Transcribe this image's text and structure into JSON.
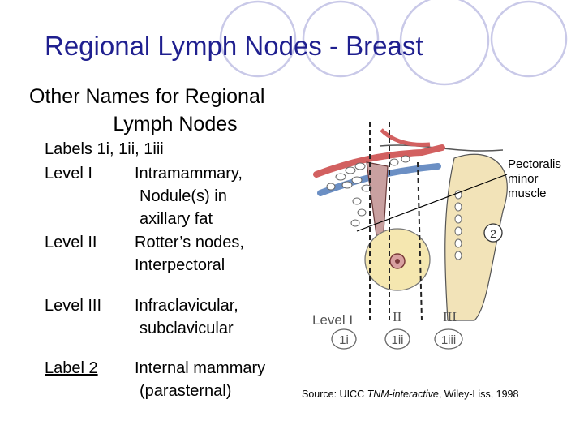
{
  "title": "Regional Lymph Nodes - Breast",
  "subtitle_line1": "Other Names for Regional",
  "subtitle_line2": "Lymph Nodes",
  "labels_heading": "Labels 1i, 1ii, 1iii",
  "levels": [
    {
      "label": "Level I",
      "lines": [
        "Intramammary,",
        "Nodule(s) in",
        "axillary fat"
      ]
    },
    {
      "label": "Level II",
      "lines": [
        "Rotter’s nodes,",
        "Interpectoral"
      ]
    },
    {
      "label": "Level III",
      "lines": [
        "Infraclavicular,",
        "subclavicular"
      ]
    }
  ],
  "label2": {
    "label": "Label 2",
    "lines": [
      "Internal mammary",
      "(parasternal)"
    ]
  },
  "diagram": {
    "pectoralis_label": [
      "Pectoralis",
      "minor",
      "muscle"
    ],
    "level_labels": [
      "Level I",
      "II",
      "III"
    ],
    "circle_labels": [
      "1i",
      "1ii",
      "1iii"
    ],
    "node_label": "2"
  },
  "source": {
    "prefix": "Source:  UICC ",
    "italic": "TNM-interactive",
    "suffix": ", Wiley-Liss, 1998"
  },
  "colors": {
    "title": "#1f1f8f",
    "deco_circle": "#c9c9e8"
  }
}
